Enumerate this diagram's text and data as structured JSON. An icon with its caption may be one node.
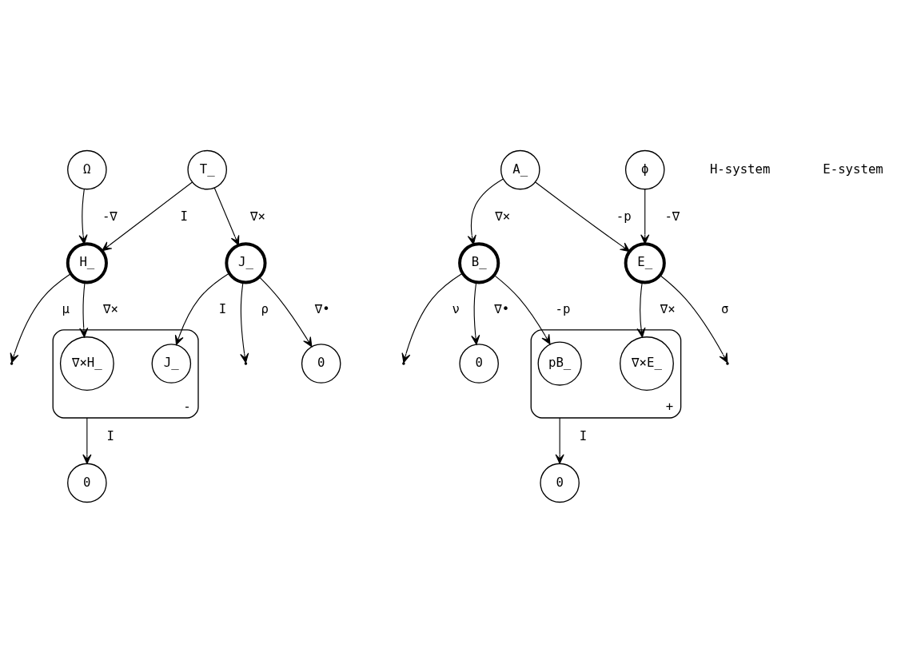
{
  "diagram": {
    "nodes": [
      {
        "text": [
          "0"
        ]
      },
      {
        "text": [
          "-"
        ]
      },
      {
        "text": [
          "∇×H̲"
        ],
        "in": 1
      },
      {
        "text": [
          "J̲"
        ],
        "in": 1
      },
      {
        "text": [
          "Ω"
        ]
      },
      {
        "text": [
          "H̲"
        ]
      },
      {
        "text": [
          "T̲"
        ]
      },
      {
        "text": [
          "J̲"
        ]
      },
      {
        "text": [
          "0"
        ]
      },
      {
        "text": [
          "0"
        ]
      },
      {
        "text": [
          "B̲"
        ]
      },
      {
        "text": [
          "A̲"
        ]
      },
      {
        "text": [
          "E̲"
        ]
      },
      {
        "text": [
          "ϕ"
        ]
      },
      {
        "text": [
          "+"
        ]
      },
      {
        "text": [
          "pB̲"
        ],
        "in": 14
      },
      {
        "text": [
          "∇×E̲"
        ],
        "in": 14
      },
      {
        "text": [
          "0"
        ]
      }
    ],
    "edges": [
      {
        "from": 1,
        "to": 0,
        "arrow": "to",
        "label": "I"
      },
      {
        "from": 4,
        "to": 5,
        "arrow": "to",
        "label": "-∇"
      },
      {
        "from": 5,
        "to": 2,
        "arrow": "to",
        "label": "∇×"
      },
      {
        "from": 5,
        "to": null,
        "arrow": "to",
        "label": "μ"
      },
      {
        "from": 10,
        "to": 9,
        "arrow": "to",
        "label": "∇•"
      },
      {
        "from": 10,
        "to": null,
        "arrow": "to",
        "label": "ν"
      },
      {
        "from": 10,
        "to": 15,
        "arrow": "to",
        "label": "-p"
      },
      {
        "from": 6,
        "to": 5,
        "arrow": "to",
        "label": "I"
      },
      {
        "from": 11,
        "to": 10,
        "arrow": "to",
        "label": "∇×"
      },
      {
        "from": 6,
        "to": 7,
        "arrow": "to",
        "label": "∇×"
      },
      {
        "from": 11,
        "to": 12,
        "arrow": "to",
        "label": "-p"
      },
      {
        "from": 7,
        "to": 3,
        "arrow": "to",
        "label": "I"
      },
      {
        "from": 7,
        "to": null,
        "arrow": "to",
        "label": "ρ"
      },
      {
        "from": 12,
        "to": null,
        "arrow": "to",
        "label": "σ"
      },
      {
        "from": 12,
        "to": 16,
        "arrow": "to",
        "label": "∇×"
      },
      {
        "from": 7,
        "to": 8,
        "arrow": "to",
        "label": "∇•"
      },
      {
        "from": 13,
        "to": 12,
        "arrow": "to",
        "label": "-∇"
      },
      {
        "from": 14,
        "to": 17,
        "arrow": "to",
        "label": "I"
      }
    ],
    "labels": [
      "H-system",
      "E-system"
    ]
  }
}
